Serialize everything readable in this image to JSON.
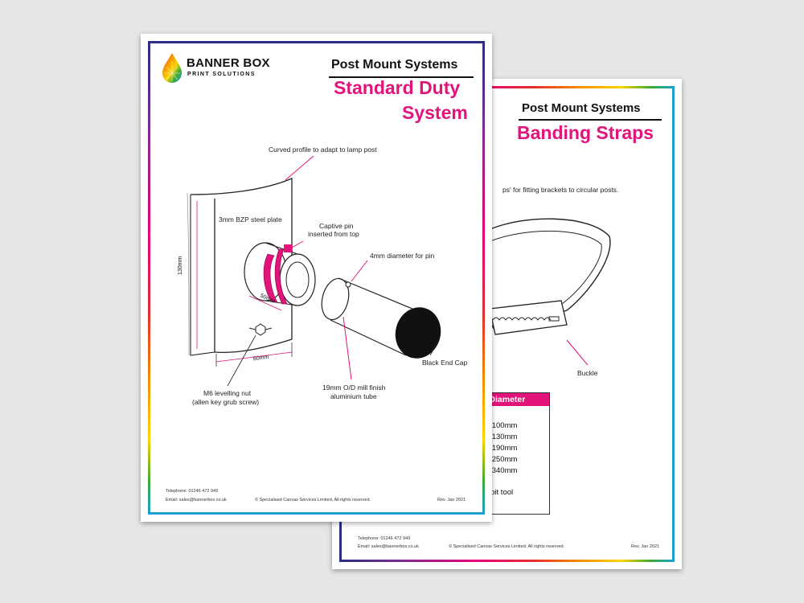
{
  "colors": {
    "accent": "#e2137a",
    "background": "#e6e6e6",
    "sheet": "#ffffff",
    "ink": "#111111"
  },
  "back_sheet": {
    "header": "Post Mount Systems",
    "title": "Banding Straps",
    "intro_fragment": "ps' for fitting brackets to circular posts.",
    "buckle_label": "Buckle",
    "table": {
      "header_fragment": "t Diameter",
      "rows": [
        "0 - 100mm",
        "0 - 130mm",
        "0 - 190mm",
        "0 - 250mm",
        "0 - 340mm"
      ],
      "note_fragment": "rill bit tool"
    },
    "footer": {
      "phone": "Telephone: 01246 472 949",
      "email": "Email: sales@bannerbox.co.uk",
      "copyright": "© Specialised Canvas Services Limited. All rights reserved.",
      "rev": "Rev. Jan 2021"
    }
  },
  "front_sheet": {
    "logo": {
      "line1": "BANNER BOX",
      "line2": "PRINT SOLUTIONS",
      "icon": "paint-drop-logo-icon"
    },
    "header": "Post Mount Systems",
    "title_line1": "Standard Duty",
    "title_line2": "System",
    "callouts": {
      "curved": "Curved profile to adapt to lamp post",
      "plate": "3mm BZP steel plate",
      "pin_line1": "Captive pin",
      "pin_line2": "inserted from top",
      "hole": "4mm diameter for pin",
      "end_cap": "Black End Cap",
      "tube_line1": "19mm O/D mill finish",
      "tube_line2": "aluminium tube",
      "nut_line1": "M6 levelling nut",
      "nut_line2": "(allen key grub screw)",
      "dim_height": "130mm",
      "dim_width": "80mm",
      "dim_collar": "50mm"
    },
    "footer": {
      "phone": "Telephone: 01246 472 949",
      "email": "Email: sales@bannerbox.co.uk",
      "copyright": "© Specialised Canvas Services Limited. All rights reserved.",
      "rev": "Rev. Jan 2021"
    }
  }
}
